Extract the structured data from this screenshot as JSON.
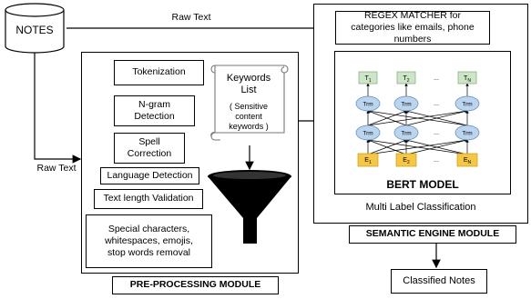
{
  "notes": {
    "label": "NOTES"
  },
  "edges": {
    "raw_text_top": "Raw Text",
    "raw_text_left": "Raw Text"
  },
  "preprocessing": {
    "title": "PRE-PROCESSING MODULE",
    "steps": [
      "Tokenization",
      "N-gram Detection",
      "Spell Correction",
      "Language Detection",
      "Text length Validation",
      "Special characters, whitespaces, emojis, stop words removal"
    ],
    "keywords": {
      "title": "Keywords List",
      "note": "( Sensitive content keywords )"
    }
  },
  "semantic": {
    "title": "SEMANTIC ENGINE MODULE",
    "regex": "REGEX MATCHER for categories like emails, phone numbers",
    "bert": {
      "name": "BERT MODEL",
      "top_tokens": [
        "T1",
        "T2",
        "TN"
      ],
      "trm_label": "Trm",
      "bottom_tokens": [
        "E1",
        "E2",
        "EN"
      ],
      "ellipsis": "..."
    },
    "classification": "Multi Label Classification"
  },
  "output": {
    "label": "Classified Notes"
  }
}
